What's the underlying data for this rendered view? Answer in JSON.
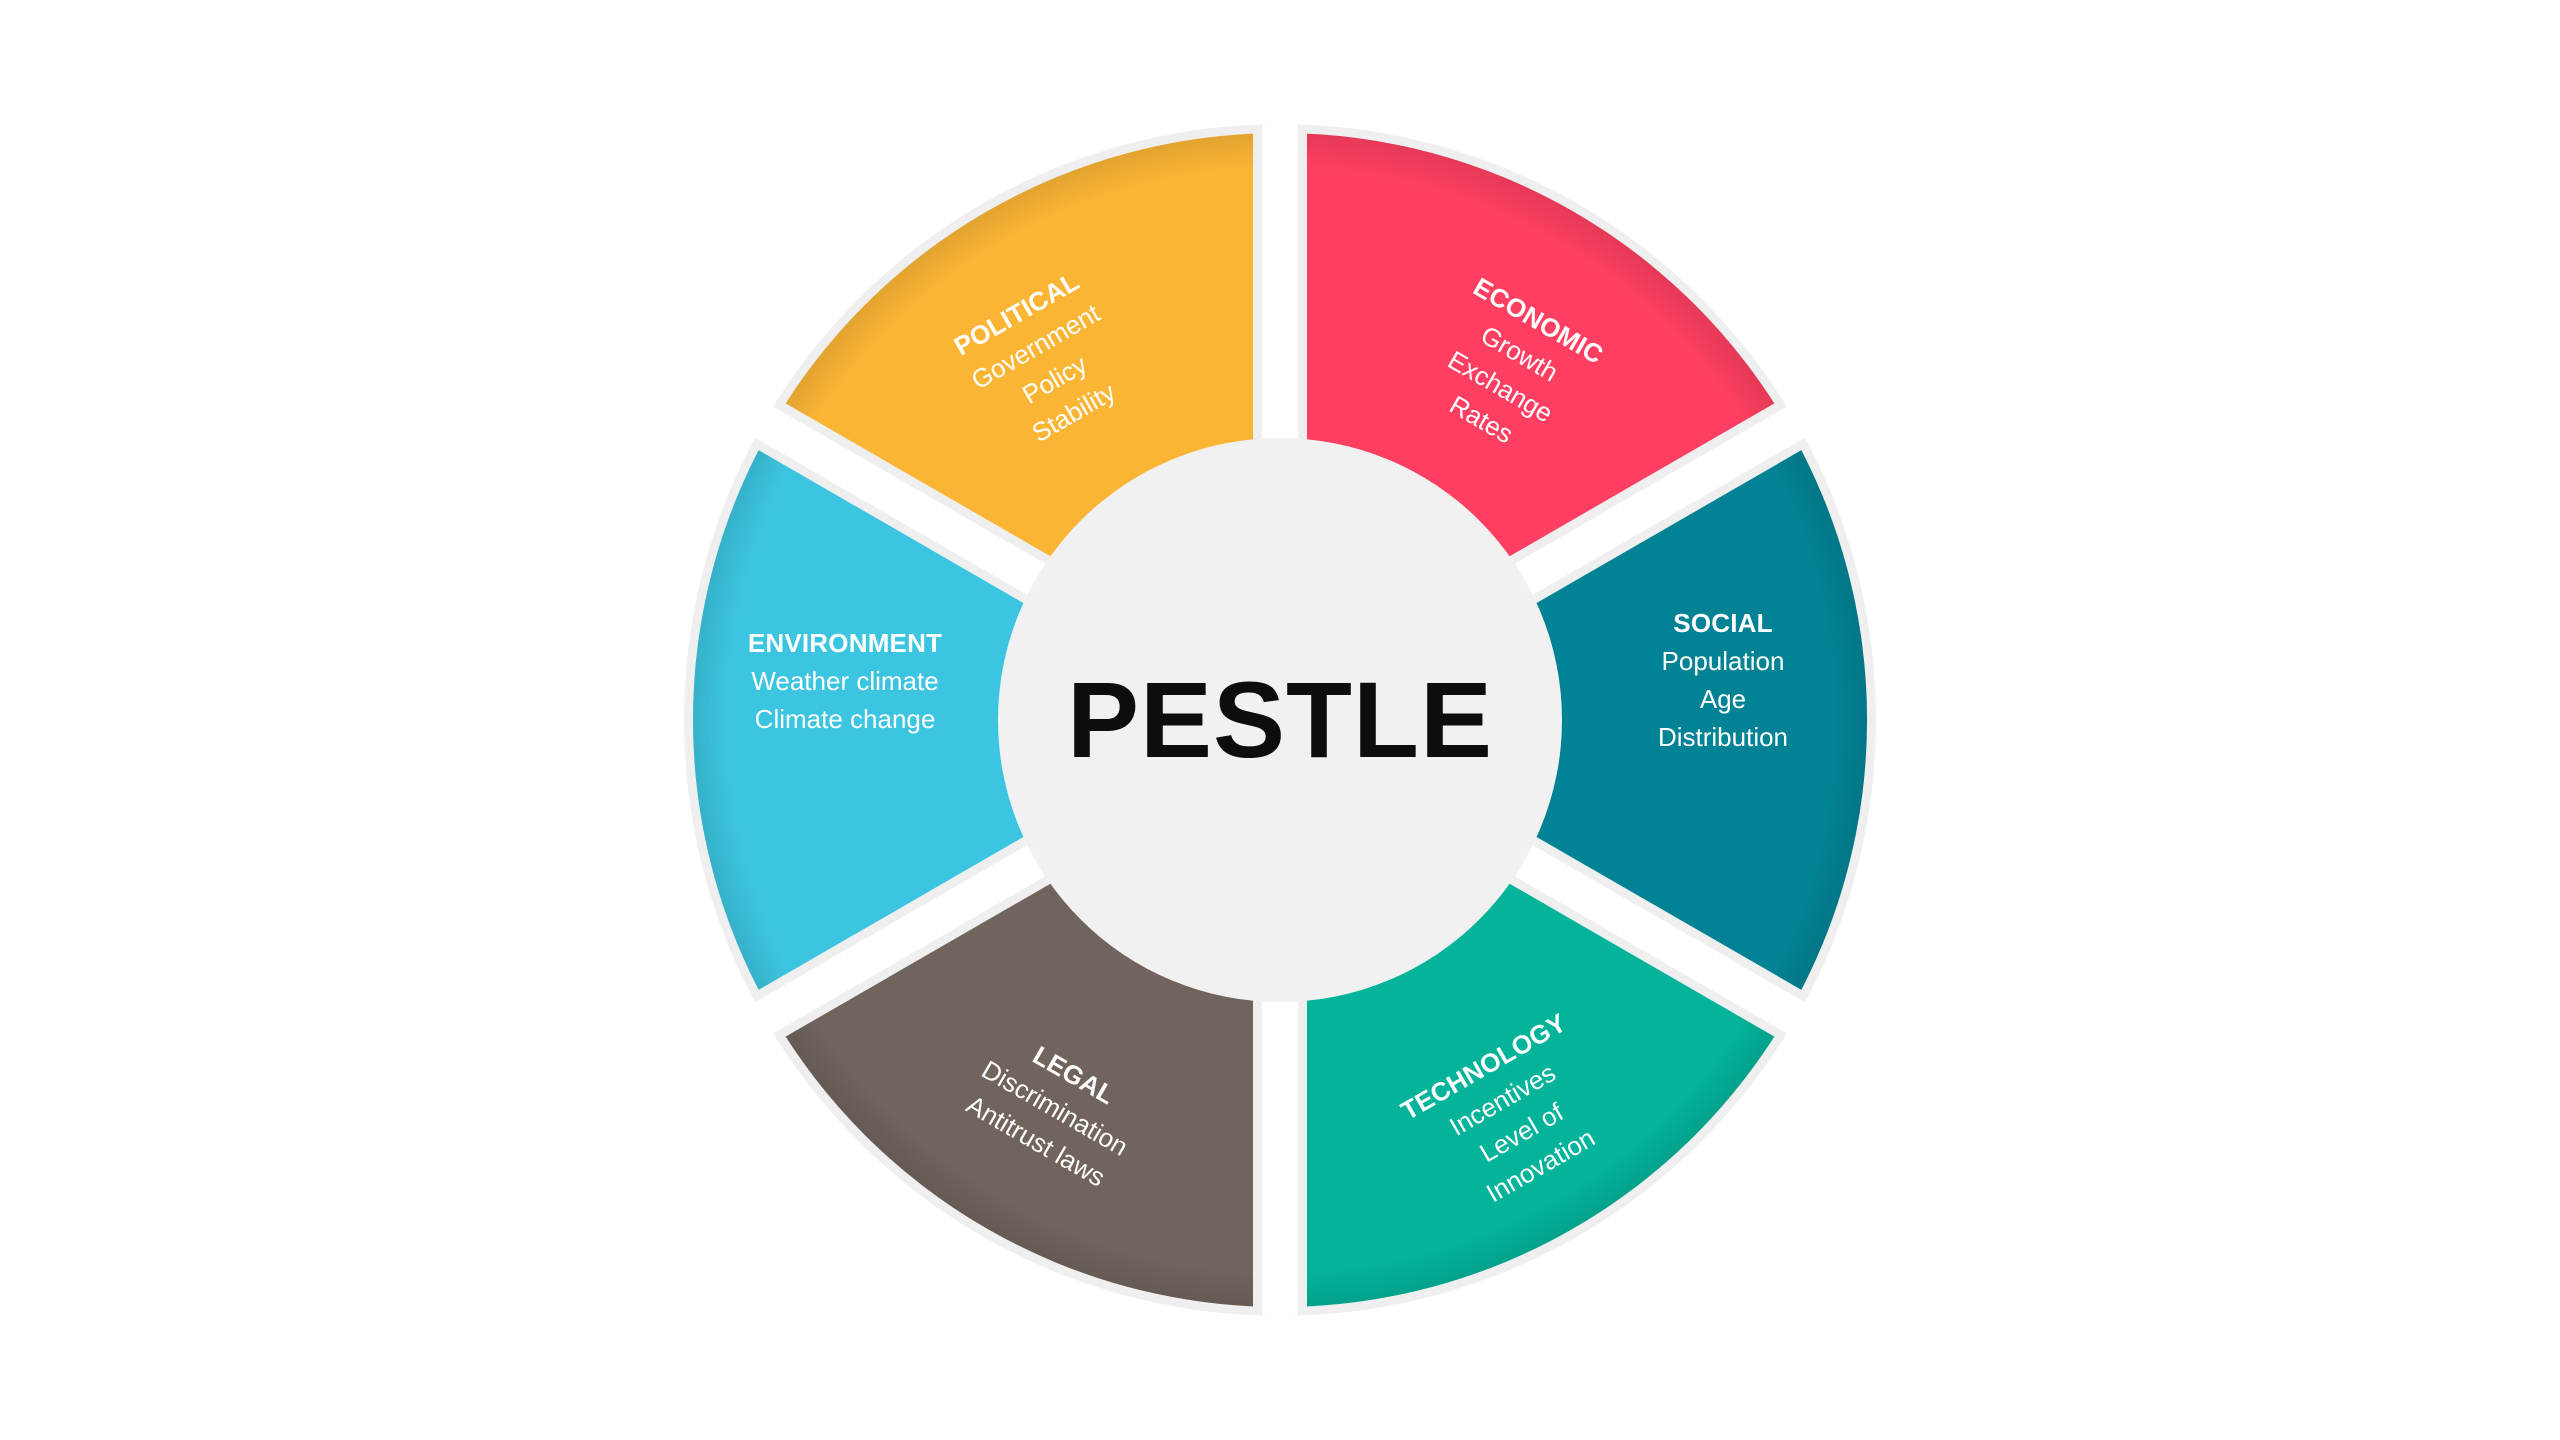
{
  "center": {
    "title": "PESTLE",
    "fill": "#f1f1f1"
  },
  "segments": [
    {
      "key": "political",
      "title": "POLITICAL",
      "items": [
        "Government",
        "Policy",
        "Stability"
      ],
      "color": "#fbb535"
    },
    {
      "key": "economic",
      "title": "ECONOMIC",
      "items": [
        "Growth",
        "Exchange",
        "Rates"
      ],
      "color": "#fe3f61"
    },
    {
      "key": "social",
      "title": "SOCIAL",
      "items": [
        "Population",
        "Age",
        "Distribution"
      ],
      "color": "#028395"
    },
    {
      "key": "technology",
      "title": "TECHNOLOGY",
      "items": [
        "Incentives",
        "Level of",
        "Innovation"
      ],
      "color": "#03b39a"
    },
    {
      "key": "legal",
      "title": "LEGAL",
      "items": [
        "Discrimination",
        "Antitrust laws"
      ],
      "color": "#70645d"
    },
    {
      "key": "environment",
      "title": "ENVIRONMENT",
      "items": [
        "Weather climate",
        "Climate change"
      ],
      "color": "#3cc5e0"
    }
  ],
  "colors": {
    "border": "#efefef",
    "gap": "#ffffff",
    "text": "#ffffff",
    "center_text": "#0d0d0d"
  }
}
